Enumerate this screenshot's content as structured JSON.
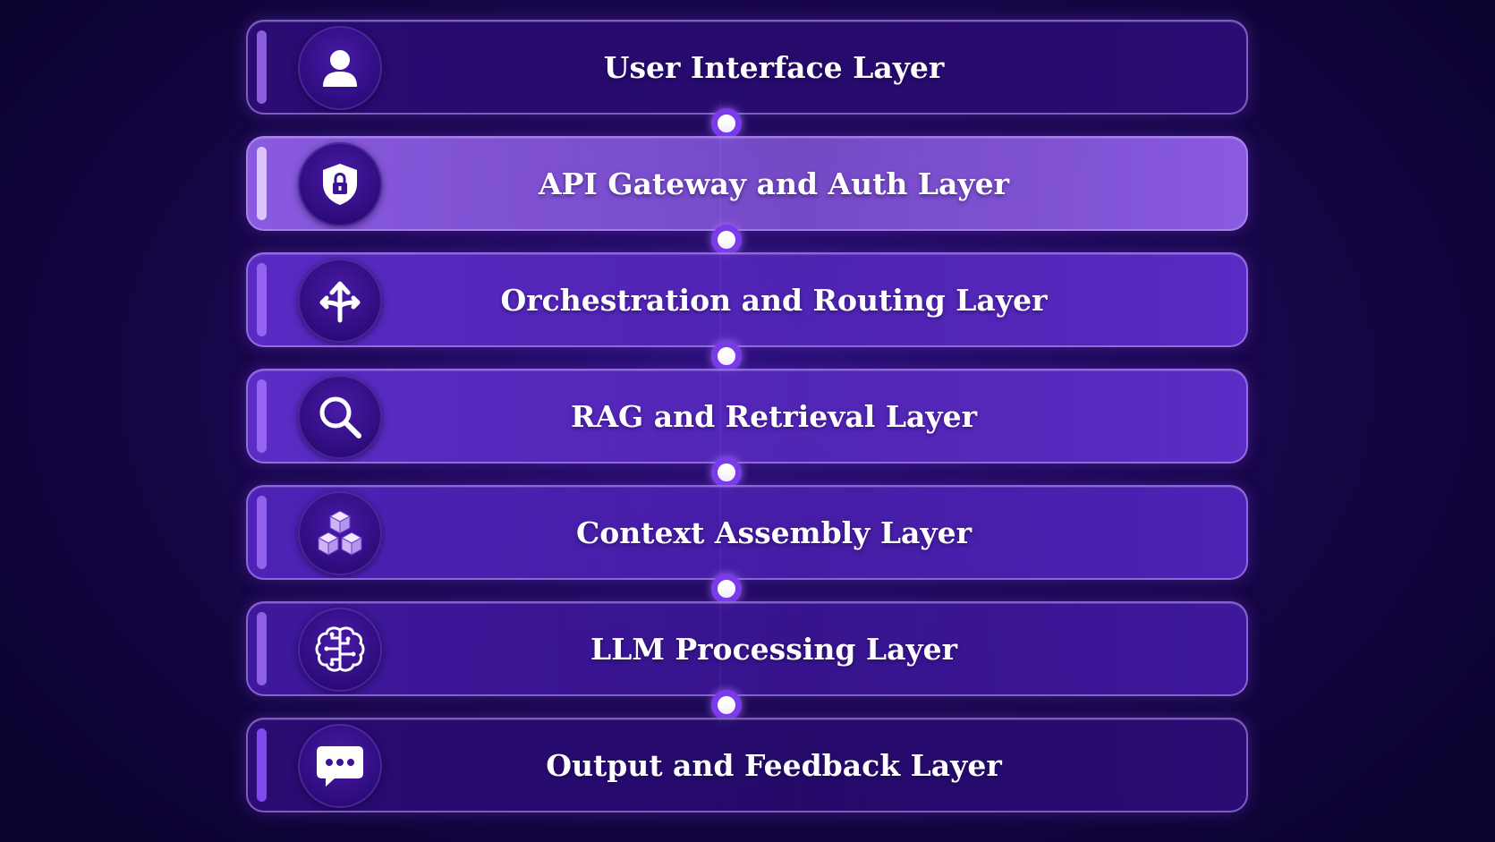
{
  "diagram": {
    "layers": [
      {
        "label": "User Interface Layer",
        "icon": "user-icon",
        "fill": "#2a0c74"
      },
      {
        "label": "API Gateway and Auth Layer",
        "icon": "shield-lock-icon",
        "fill": "#8a5ae0"
      },
      {
        "label": "Orchestration and Routing Layer",
        "icon": "split-arrows-icon",
        "fill": "#5a2ac4"
      },
      {
        "label": "RAG and Retrieval Layer",
        "icon": "search-icon",
        "fill": "#5c2cc6"
      },
      {
        "label": "Context Assembly Layer",
        "icon": "cubes-icon",
        "fill": "#4e22b6"
      },
      {
        "label": "LLM Processing Layer",
        "icon": "brain-icon",
        "fill": "#3e189c"
      },
      {
        "label": "Output and Feedback Layer",
        "icon": "chat-bubble-icon",
        "fill": "#2a0c74"
      }
    ],
    "colors": {
      "background": "#1b0752",
      "connector": "#7a3ce8",
      "accent": "#a070ff"
    }
  }
}
